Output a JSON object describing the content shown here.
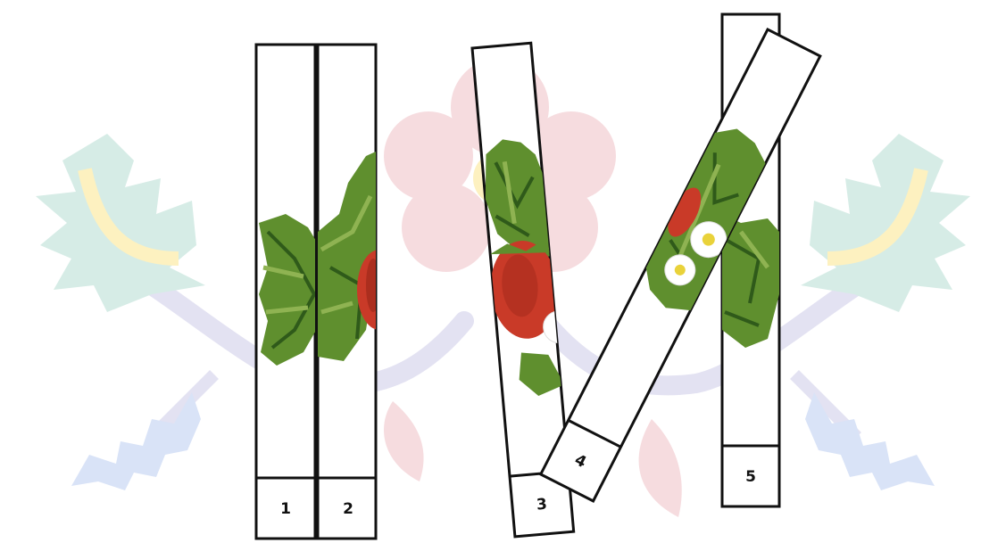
{
  "strips": [
    {
      "number": "1"
    },
    {
      "number": "2"
    },
    {
      "number": "3"
    },
    {
      "number": "4"
    },
    {
      "number": "5"
    }
  ],
  "colors": {
    "outline": "#111111",
    "leaf": "#5f8f2e",
    "leaf_light": "#8fb352",
    "leaf_dark": "#2f5a1a",
    "berry": "#c93a28",
    "berry_dark": "#8e2214",
    "flower": "#ffffff",
    "flower_center": "#e9d23a",
    "bg_leaf": "#d6ece6",
    "bg_yellow": "#fdf1c0",
    "bg_pink": "#f6dcdf",
    "bg_stem": "#e3e2f2",
    "bg_blue": "#d9e3f7"
  }
}
